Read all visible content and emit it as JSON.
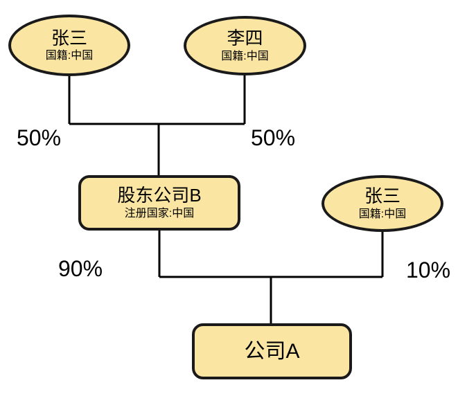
{
  "diagram": {
    "type": "ownership-structure",
    "colors": {
      "background": "#ffffff",
      "node_fill": "#FAE6A2",
      "node_stroke": "#1a1a1a",
      "connector": "#000000",
      "text": "#000000"
    },
    "nodes": [
      {
        "id": "zhangsan-1",
        "shape": "ellipse",
        "title": "张三",
        "subtitle": "国籍:中国"
      },
      {
        "id": "lisi",
        "shape": "ellipse",
        "title": "李四",
        "subtitle": "国籍:中国"
      },
      {
        "id": "shareholder-company-b",
        "shape": "rounded-rect",
        "title": "股东公司B",
        "subtitle": "注册国家:中国"
      },
      {
        "id": "zhangsan-2",
        "shape": "ellipse",
        "title": "张三",
        "subtitle": "国籍:中国"
      },
      {
        "id": "company-a",
        "shape": "rounded-rect",
        "title": "公司A",
        "subtitle": ""
      }
    ],
    "edges": [
      {
        "from": "zhangsan-1",
        "to": "shareholder-company-b",
        "label": "50%"
      },
      {
        "from": "lisi",
        "to": "shareholder-company-b",
        "label": "50%"
      },
      {
        "from": "shareholder-company-b",
        "to": "company-a",
        "label": "90%"
      },
      {
        "from": "zhangsan-2",
        "to": "company-a",
        "label": "10%"
      }
    ]
  }
}
